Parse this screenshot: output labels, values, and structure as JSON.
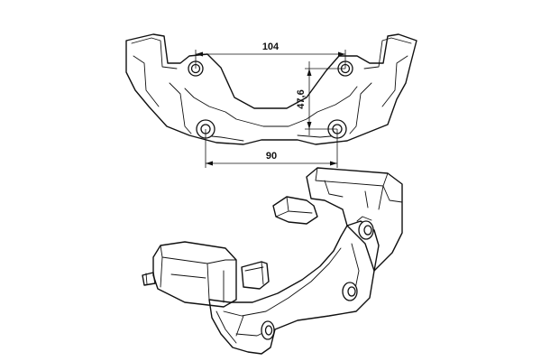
{
  "drawing": {
    "top_view": {
      "dimensions": {
        "upper_hole_spacing": "104",
        "lower_hole_spacing": "90",
        "vertical_offset": "47,6"
      }
    }
  },
  "colors": {
    "line": "#111111",
    "background": "#ffffff"
  }
}
